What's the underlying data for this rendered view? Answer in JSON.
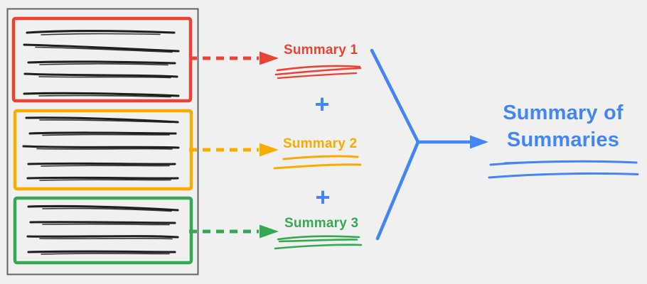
{
  "colors": {
    "background": "#f0f0f0",
    "frame": "#5f6368",
    "ink": "#1f1f1f",
    "red": "#ea4335",
    "orange": "#f9ab00",
    "green": "#34a853",
    "blue": "#4285f4"
  },
  "document": {
    "sections": [
      {
        "id": "section-1",
        "color": "#ea4335",
        "text_lines": 5
      },
      {
        "id": "section-2",
        "color": "#f9ab00",
        "text_lines": 5
      },
      {
        "id": "section-3",
        "color": "#34a853",
        "text_lines": 4
      }
    ]
  },
  "summaries": {
    "items": [
      {
        "label": "Summary 1",
        "color": "#ea4335"
      },
      {
        "label": "Summary 2",
        "color": "#f9ab00"
      },
      {
        "label": "Summary 3",
        "color": "#34a853"
      }
    ],
    "separator": "+"
  },
  "result": {
    "title": "Summary of Summaries",
    "color": "#4285f4"
  }
}
